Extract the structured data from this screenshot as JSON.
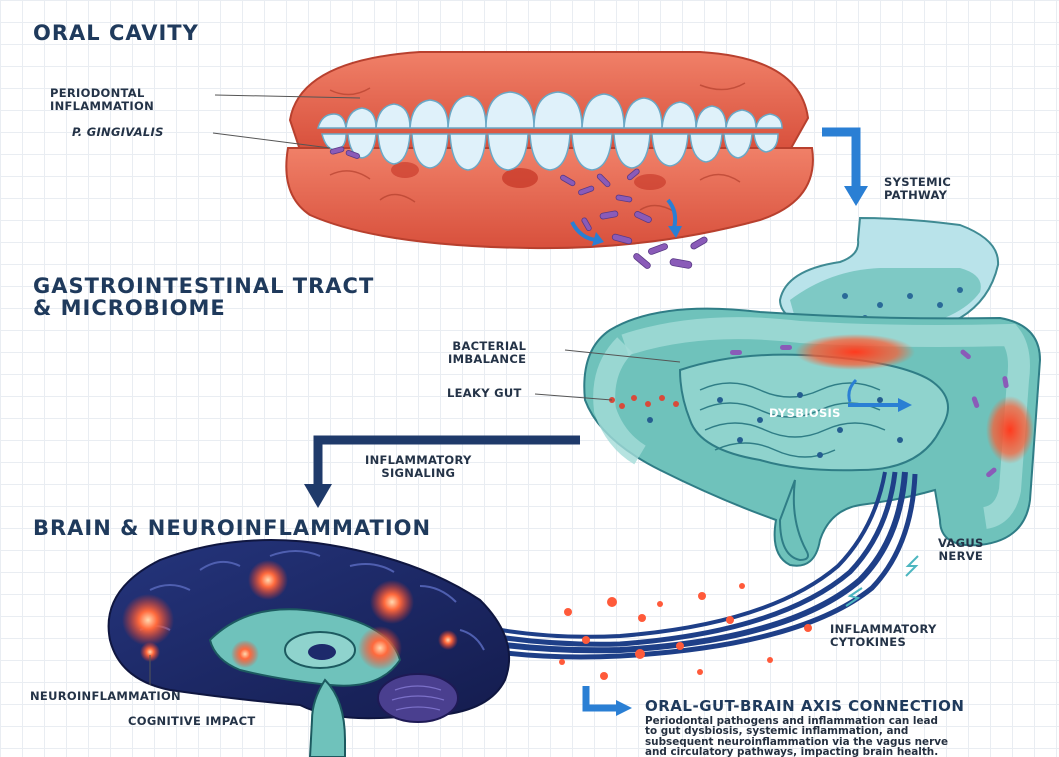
{
  "sections": {
    "oral": "ORAL CAVITY",
    "gi_line1": "GASTROINTESTINAL TRACT",
    "gi_line2": "& MICROBIOME",
    "brain": "BRAIN & NEUROINFLAMMATION"
  },
  "labels": {
    "periodontal_line1": "PERIODONTAL",
    "periodontal_line2": "INFLAMMATION",
    "gingivalis": "P. GINGIVALIS",
    "systemic_line1": "SYSTEMIC",
    "systemic_line2": "PATHWAY",
    "bacterial_line1": "BACTERIAL",
    "bacterial_line2": "IMBALANCE",
    "leaky_gut": "LEAKY GUT",
    "dysbiosis": "DYSBIOSIS",
    "inflammatory_signaling_line1": "INFLAMMATORY",
    "inflammatory_signaling_line2": "SIGNALING",
    "vagus_line1": "VAGUS",
    "vagus_line2": "NERVE",
    "cytokines_line1": "INFLAMMATORY",
    "cytokines_line2": "CYTOKINES",
    "neuroinflammation": "NEUROINFLAMMATION",
    "cognitive": "COGNITIVE IMPACT"
  },
  "axis": {
    "title": "ORAL-GUT-BRAIN AXIS CONNECTION",
    "line1": "Periodontal pathogens and inflammation can lead",
    "line2": "to gut dysbiosis, systemic inflammation, and",
    "line3": "subsequent neuroinflammation via the vagus nerve",
    "line4": "and circulatory pathways, impacting brain health."
  },
  "colors": {
    "gum": "#e66a55",
    "tooth": "#dff1fa",
    "gut": "#6fc2bb",
    "brain": "#1d2a6b",
    "arrow_blue": "#2a7fd4",
    "arrow_navy": "#1f3a6a",
    "bacteria": "#8a5bb8",
    "inflammation": "#ff5533"
  }
}
